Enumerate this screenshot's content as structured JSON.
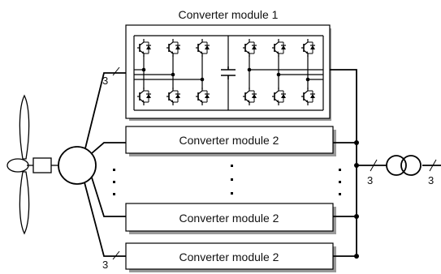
{
  "diagram": {
    "module_1_label": "Converter module 1",
    "module_2_label": "Converter module 2",
    "module_3_label": "Converter module 2",
    "module_4_label": "Converter module 2",
    "phase_count_gen_top": "3",
    "phase_count_gen_bottom": "3",
    "phase_count_grid_left": "3",
    "phase_count_grid_right": "3"
  },
  "colors": {
    "line": "#000000",
    "module_fill": "#ffffff",
    "module_shadow": "#9a9a9a"
  },
  "icons": [
    "wind-turbine-icon",
    "gearbox-icon",
    "generator-icon",
    "transformer-icon",
    "igbt-icon",
    "dc-capacitor-icon"
  ]
}
